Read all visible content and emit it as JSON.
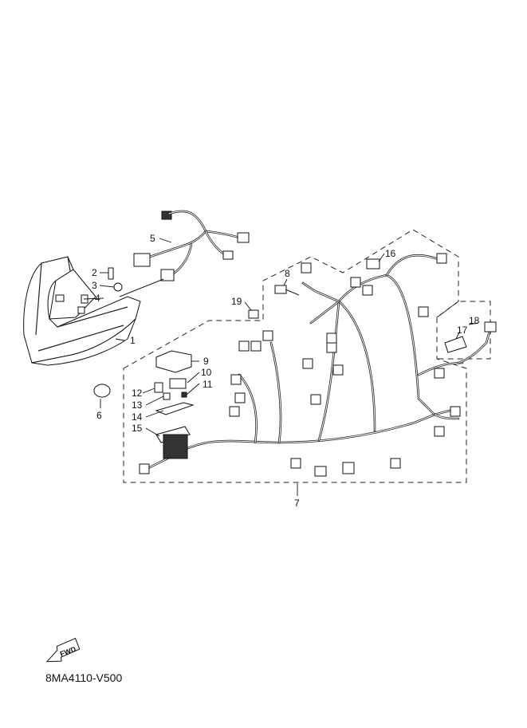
{
  "diagram": {
    "callouts": [
      "1",
      "2",
      "3",
      "4",
      "5",
      "6",
      "7",
      "8",
      "9",
      "10",
      "11",
      "12",
      "13",
      "14",
      "15",
      "16",
      "17",
      "18",
      "19"
    ],
    "diagram_code": "8MA4110-V500",
    "fwd_label": "FWD"
  }
}
